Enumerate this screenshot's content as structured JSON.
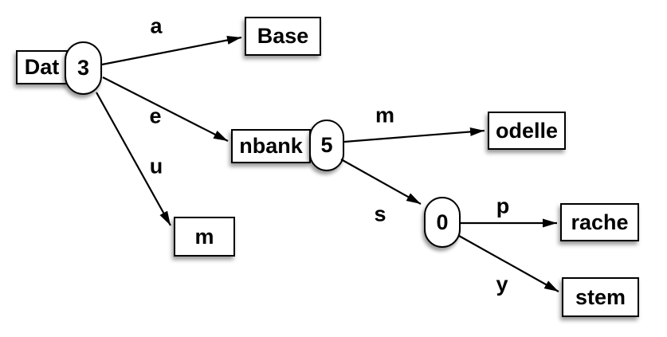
{
  "diagram": {
    "type": "trie-radix-tree",
    "colors": {
      "stroke": "#000000",
      "node_fill": "#ffffff",
      "background": "#ffffff"
    },
    "nodes": {
      "dat": {
        "label": "Dat",
        "kind": "box"
      },
      "n3": {
        "label": "3",
        "kind": "pill"
      },
      "base": {
        "label": "Base",
        "kind": "box"
      },
      "nbank": {
        "label": "nbank",
        "kind": "box"
      },
      "n5": {
        "label": "5",
        "kind": "pill"
      },
      "m": {
        "label": "m",
        "kind": "box"
      },
      "odelle": {
        "label": "odelle",
        "kind": "box"
      },
      "n0": {
        "label": "0",
        "kind": "pill"
      },
      "rache": {
        "label": "rache",
        "kind": "box"
      },
      "stem": {
        "label": "stem",
        "kind": "box"
      }
    },
    "edges": [
      {
        "from": "n3",
        "to": "base",
        "label": "a"
      },
      {
        "from": "n3",
        "to": "nbank",
        "label": "e"
      },
      {
        "from": "n3",
        "to": "m",
        "label": "u"
      },
      {
        "from": "n5",
        "to": "odelle",
        "label": "m"
      },
      {
        "from": "n5",
        "to": "n0",
        "label": "s"
      },
      {
        "from": "n0",
        "to": "rache",
        "label": "p"
      },
      {
        "from": "n0",
        "to": "stem",
        "label": "y"
      }
    ]
  }
}
